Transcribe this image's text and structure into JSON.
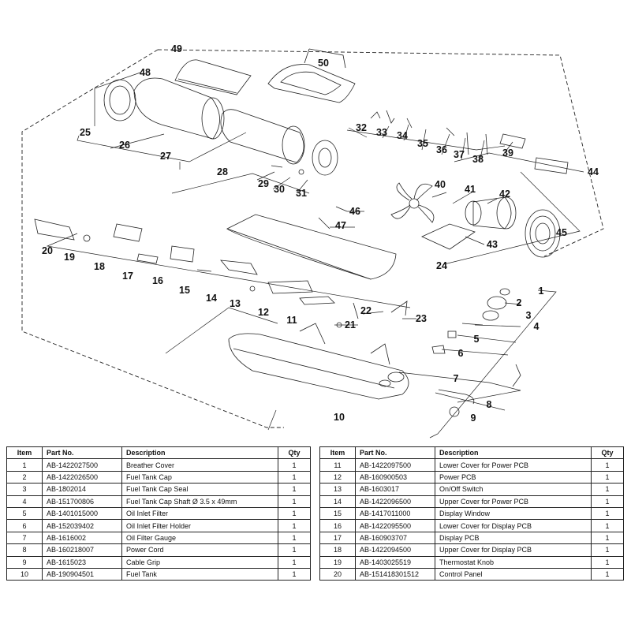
{
  "diagram": {
    "callouts": [
      "1",
      "2",
      "3",
      "4",
      "5",
      "6",
      "7",
      "8",
      "9",
      "10",
      "11",
      "12",
      "13",
      "14",
      "15",
      "16",
      "17",
      "18",
      "19",
      "20",
      "21",
      "22",
      "23",
      "24",
      "25",
      "26",
      "27",
      "28",
      "29",
      "30",
      "31",
      "32",
      "33",
      "34",
      "35",
      "36",
      "37",
      "38",
      "39",
      "40",
      "41",
      "42",
      "43",
      "44",
      "45",
      "46",
      "47",
      "48",
      "49",
      "50"
    ]
  },
  "table": {
    "headers": {
      "item": "Item",
      "part": "Part No.",
      "desc": "Description",
      "qty": "Qty"
    },
    "left": [
      {
        "item": "1",
        "part": "AB-1422027500",
        "desc": "Breather Cover",
        "qty": "1"
      },
      {
        "item": "2",
        "part": "AB-1422026500",
        "desc": "Fuel Tank Cap",
        "qty": "1"
      },
      {
        "item": "3",
        "part": "AB-1802014",
        "desc": "Fuel Tank Cap Seal",
        "qty": "1"
      },
      {
        "item": "4",
        "part": "AB-151700806",
        "desc": "Fuel Tank Cap Shaft Ø 3.5 x 49mm",
        "qty": "1"
      },
      {
        "item": "5",
        "part": "AB-1401015000",
        "desc": "Oil Inlet Filter",
        "qty": "1"
      },
      {
        "item": "6",
        "part": "AB-152039402",
        "desc": "Oil Inlet Filter Holder",
        "qty": "1"
      },
      {
        "item": "7",
        "part": "AB-1616002",
        "desc": "Oil Filter Gauge",
        "qty": "1"
      },
      {
        "item": "8",
        "part": "AB-160218007",
        "desc": "Power Cord",
        "qty": "1"
      },
      {
        "item": "9",
        "part": "AB-1615023",
        "desc": "Cable Grip",
        "qty": "1"
      },
      {
        "item": "10",
        "part": "AB-190904501",
        "desc": "Fuel Tank",
        "qty": "1"
      }
    ],
    "right": [
      {
        "item": "11",
        "part": "AB-1422097500",
        "desc": "Lower Cover for Power PCB",
        "qty": "1"
      },
      {
        "item": "12",
        "part": "AB-160900503",
        "desc": "Power PCB",
        "qty": "1"
      },
      {
        "item": "13",
        "part": "AB-1603017",
        "desc": "On/Off Switch",
        "qty": "1"
      },
      {
        "item": "14",
        "part": "AB-1422096500",
        "desc": "Upper Cover for Power PCB",
        "qty": "1"
      },
      {
        "item": "15",
        "part": "AB-1417011000",
        "desc": "Display Window",
        "qty": "1"
      },
      {
        "item": "16",
        "part": "AB-1422095500",
        "desc": "Lower Cover for Display PCB",
        "qty": "1"
      },
      {
        "item": "17",
        "part": "AB-160903707",
        "desc": "Display PCB",
        "qty": "1"
      },
      {
        "item": "18",
        "part": "AB-1422094500",
        "desc": "Upper Cover for Display PCB",
        "qty": "1"
      },
      {
        "item": "19",
        "part": "AB-1403025519",
        "desc": "Thermostat Knob",
        "qty": "1"
      },
      {
        "item": "20",
        "part": "AB-151418301512",
        "desc": "Control Panel",
        "qty": "1"
      }
    ]
  }
}
